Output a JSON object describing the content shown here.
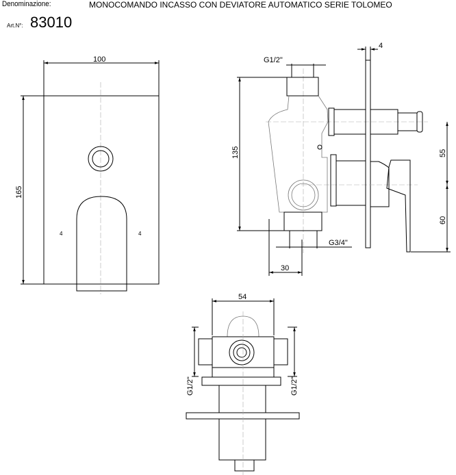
{
  "header": {
    "denomination_label": "Denominazione:",
    "title": "MONOCOMANDO INCASSO CON DEVIATORE  AUTOMATICO SERIE TOLOMEO",
    "article_label": "Art.N°:",
    "article_number": "83010"
  },
  "front_view": {
    "width": "100",
    "height": "165",
    "marker_left": "4",
    "marker_right": "4"
  },
  "side_view": {
    "depth_plate": "4",
    "inlet_top": "G1/2\"",
    "height": "135",
    "outlet_bottom": "G3/4\"",
    "offset": "30",
    "upper": "55",
    "lower": "60"
  },
  "bottom_view": {
    "width": "54",
    "left_conn": "G1/2\"",
    "right_conn": "G1/2\""
  }
}
